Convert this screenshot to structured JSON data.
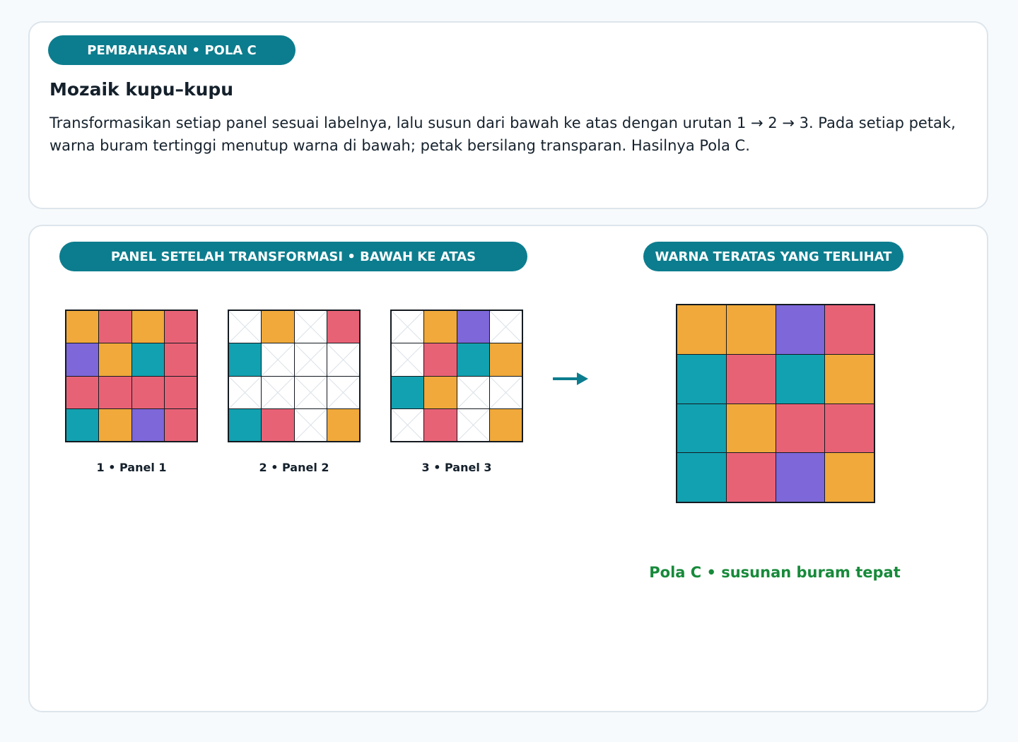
{
  "header": {
    "badge": "PEMBAHASAN • POLA C",
    "title": "Mozaik kupu–kupu",
    "description": "Transformasikan setiap panel sesuai labelnya, lalu susun dari bawah ke atas dengan urutan 1 → 2 → 3. Pada setiap petak, warna buram tertinggi menutup warna di bawah; petak bersilang transparan. Hasilnya Pola C."
  },
  "diagram": {
    "left_heading": "PANEL SETELAH TRANSFORMASI • BAWAH KE ATAS",
    "right_heading": "WARNA TERATAS YANG TERLIHAT",
    "colors": {
      "O": "#f0a93a",
      "R": "#e86276",
      "P": "#7d67d9",
      "T": "#12a1b0",
      "accent": "#0c7d8e",
      "success": "#178a3a"
    },
    "panels": [
      {
        "label": "1 • Panel 1",
        "cells": [
          [
            "O",
            "R",
            "O",
            "R"
          ],
          [
            "P",
            "O",
            "T",
            "R"
          ],
          [
            "R",
            "R",
            "R",
            "R"
          ],
          [
            "T",
            "O",
            "P",
            "R"
          ]
        ]
      },
      {
        "label": "2 • Panel 2",
        "cells": [
          [
            "",
            "O",
            "",
            "R"
          ],
          [
            "T",
            "",
            "",
            ""
          ],
          [
            "",
            "",
            "",
            ""
          ],
          [
            "T",
            "R",
            "",
            "O"
          ]
        ]
      },
      {
        "label": "3 • Panel 3",
        "cells": [
          [
            "",
            "O",
            "P",
            ""
          ],
          [
            "",
            "R",
            "T",
            "O"
          ],
          [
            "T",
            "O",
            "",
            ""
          ],
          [
            "",
            "R",
            "",
            "O"
          ]
        ]
      }
    ],
    "arrow_icon": "arrow-right-icon",
    "result": {
      "cells": [
        [
          "O",
          "O",
          "P",
          "R"
        ],
        [
          "T",
          "R",
          "T",
          "O"
        ],
        [
          "T",
          "O",
          "R",
          "R"
        ],
        [
          "T",
          "R",
          "P",
          "O"
        ]
      ],
      "caption": "Pola C • susunan buram tepat"
    }
  }
}
